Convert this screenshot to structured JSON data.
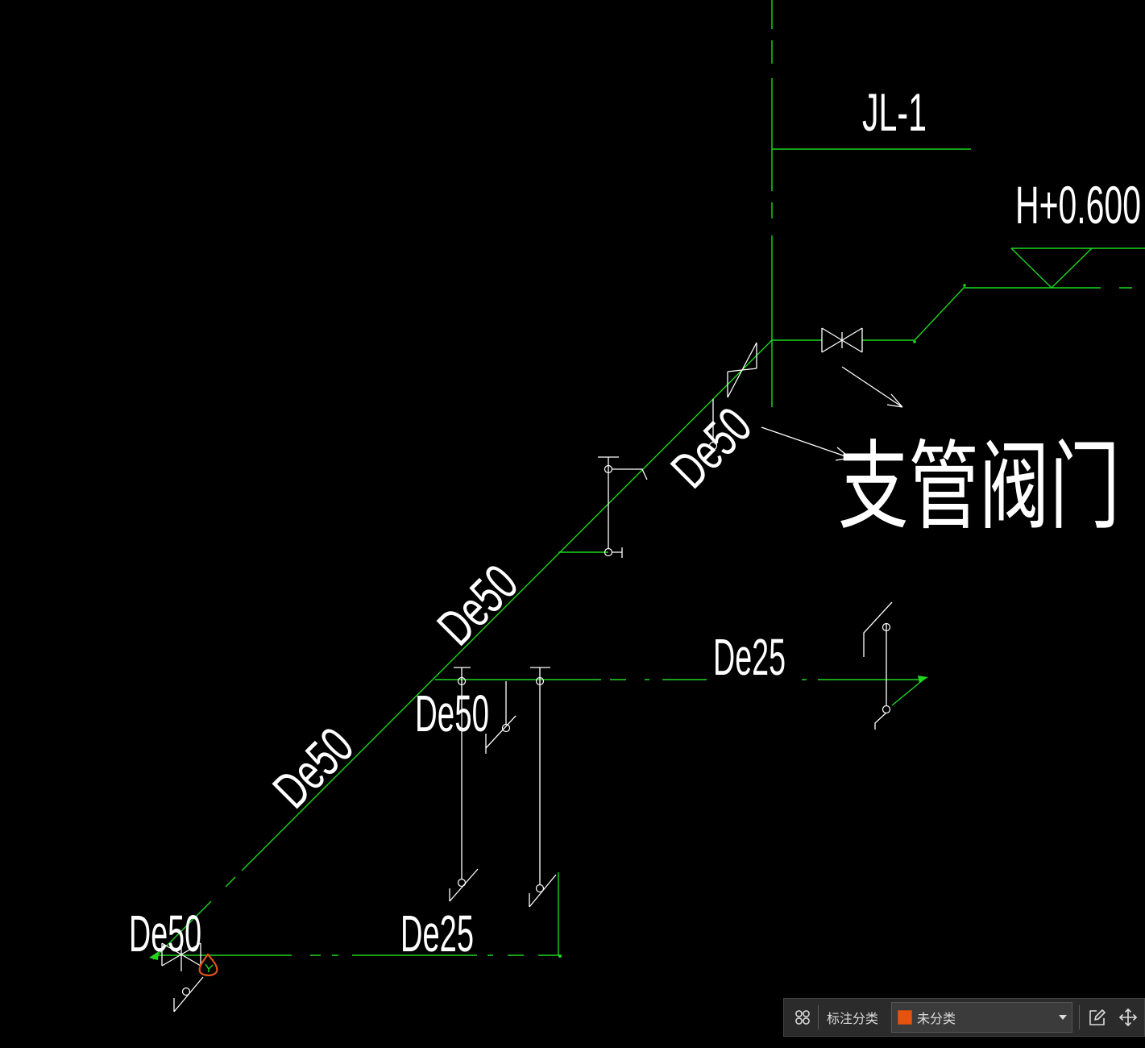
{
  "colors": {
    "background": "#000000",
    "pipe": "#1ed81e",
    "annotation": "#ffffff",
    "marker": "#e2531a",
    "toolbar_background": "#2b2b2b",
    "toolbar_border": "#434343",
    "dropdown_background": "#3b3b3b",
    "category_swatch": "#e8520f",
    "toolbar_text": "#dcdcdc"
  },
  "drawing": {
    "riser_label": "JL-1",
    "elevation_label": "H+0.600",
    "callout_note": "支管阀门",
    "pipe_size_labels": {
      "main_upper": "De50",
      "main_middle": "De50",
      "main_lower": "De50",
      "branch_middle": "De50",
      "branch_right": "De25",
      "bottom_left": "De50",
      "bottom": "De25"
    }
  },
  "toolbar": {
    "category_label": "标注分类",
    "category_value": "未分类",
    "icons": {
      "layout": "grid-icon",
      "dropdown": "chevron-down-icon",
      "edit": "edit-icon",
      "move": "move-icon"
    }
  }
}
